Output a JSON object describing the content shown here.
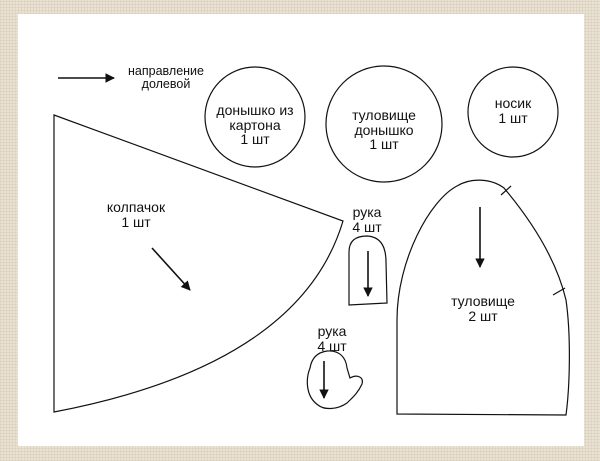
{
  "legend": {
    "line1": "направление",
    "line2": "долевой"
  },
  "pieces": {
    "bottom_cardboard": {
      "line1": "донышко из",
      "line2": "картона",
      "qty": "1 шт"
    },
    "body_bottom": {
      "line1": "туловище",
      "line2": "донышко",
      "qty": "1 шт"
    },
    "nose": {
      "name": "носик",
      "qty": "1 шт"
    },
    "cap": {
      "name": "колпачок",
      "qty": "1 шт"
    },
    "arm_upper": {
      "name": "рука",
      "qty": "4 шт"
    },
    "arm_lower": {
      "name": "рука",
      "qty": "4 шт"
    },
    "body": {
      "name": "туловище",
      "qty": "2 шт"
    }
  },
  "colors": {
    "line": "#111111",
    "paper": "#ffffff",
    "background": "#e9e1d2"
  }
}
